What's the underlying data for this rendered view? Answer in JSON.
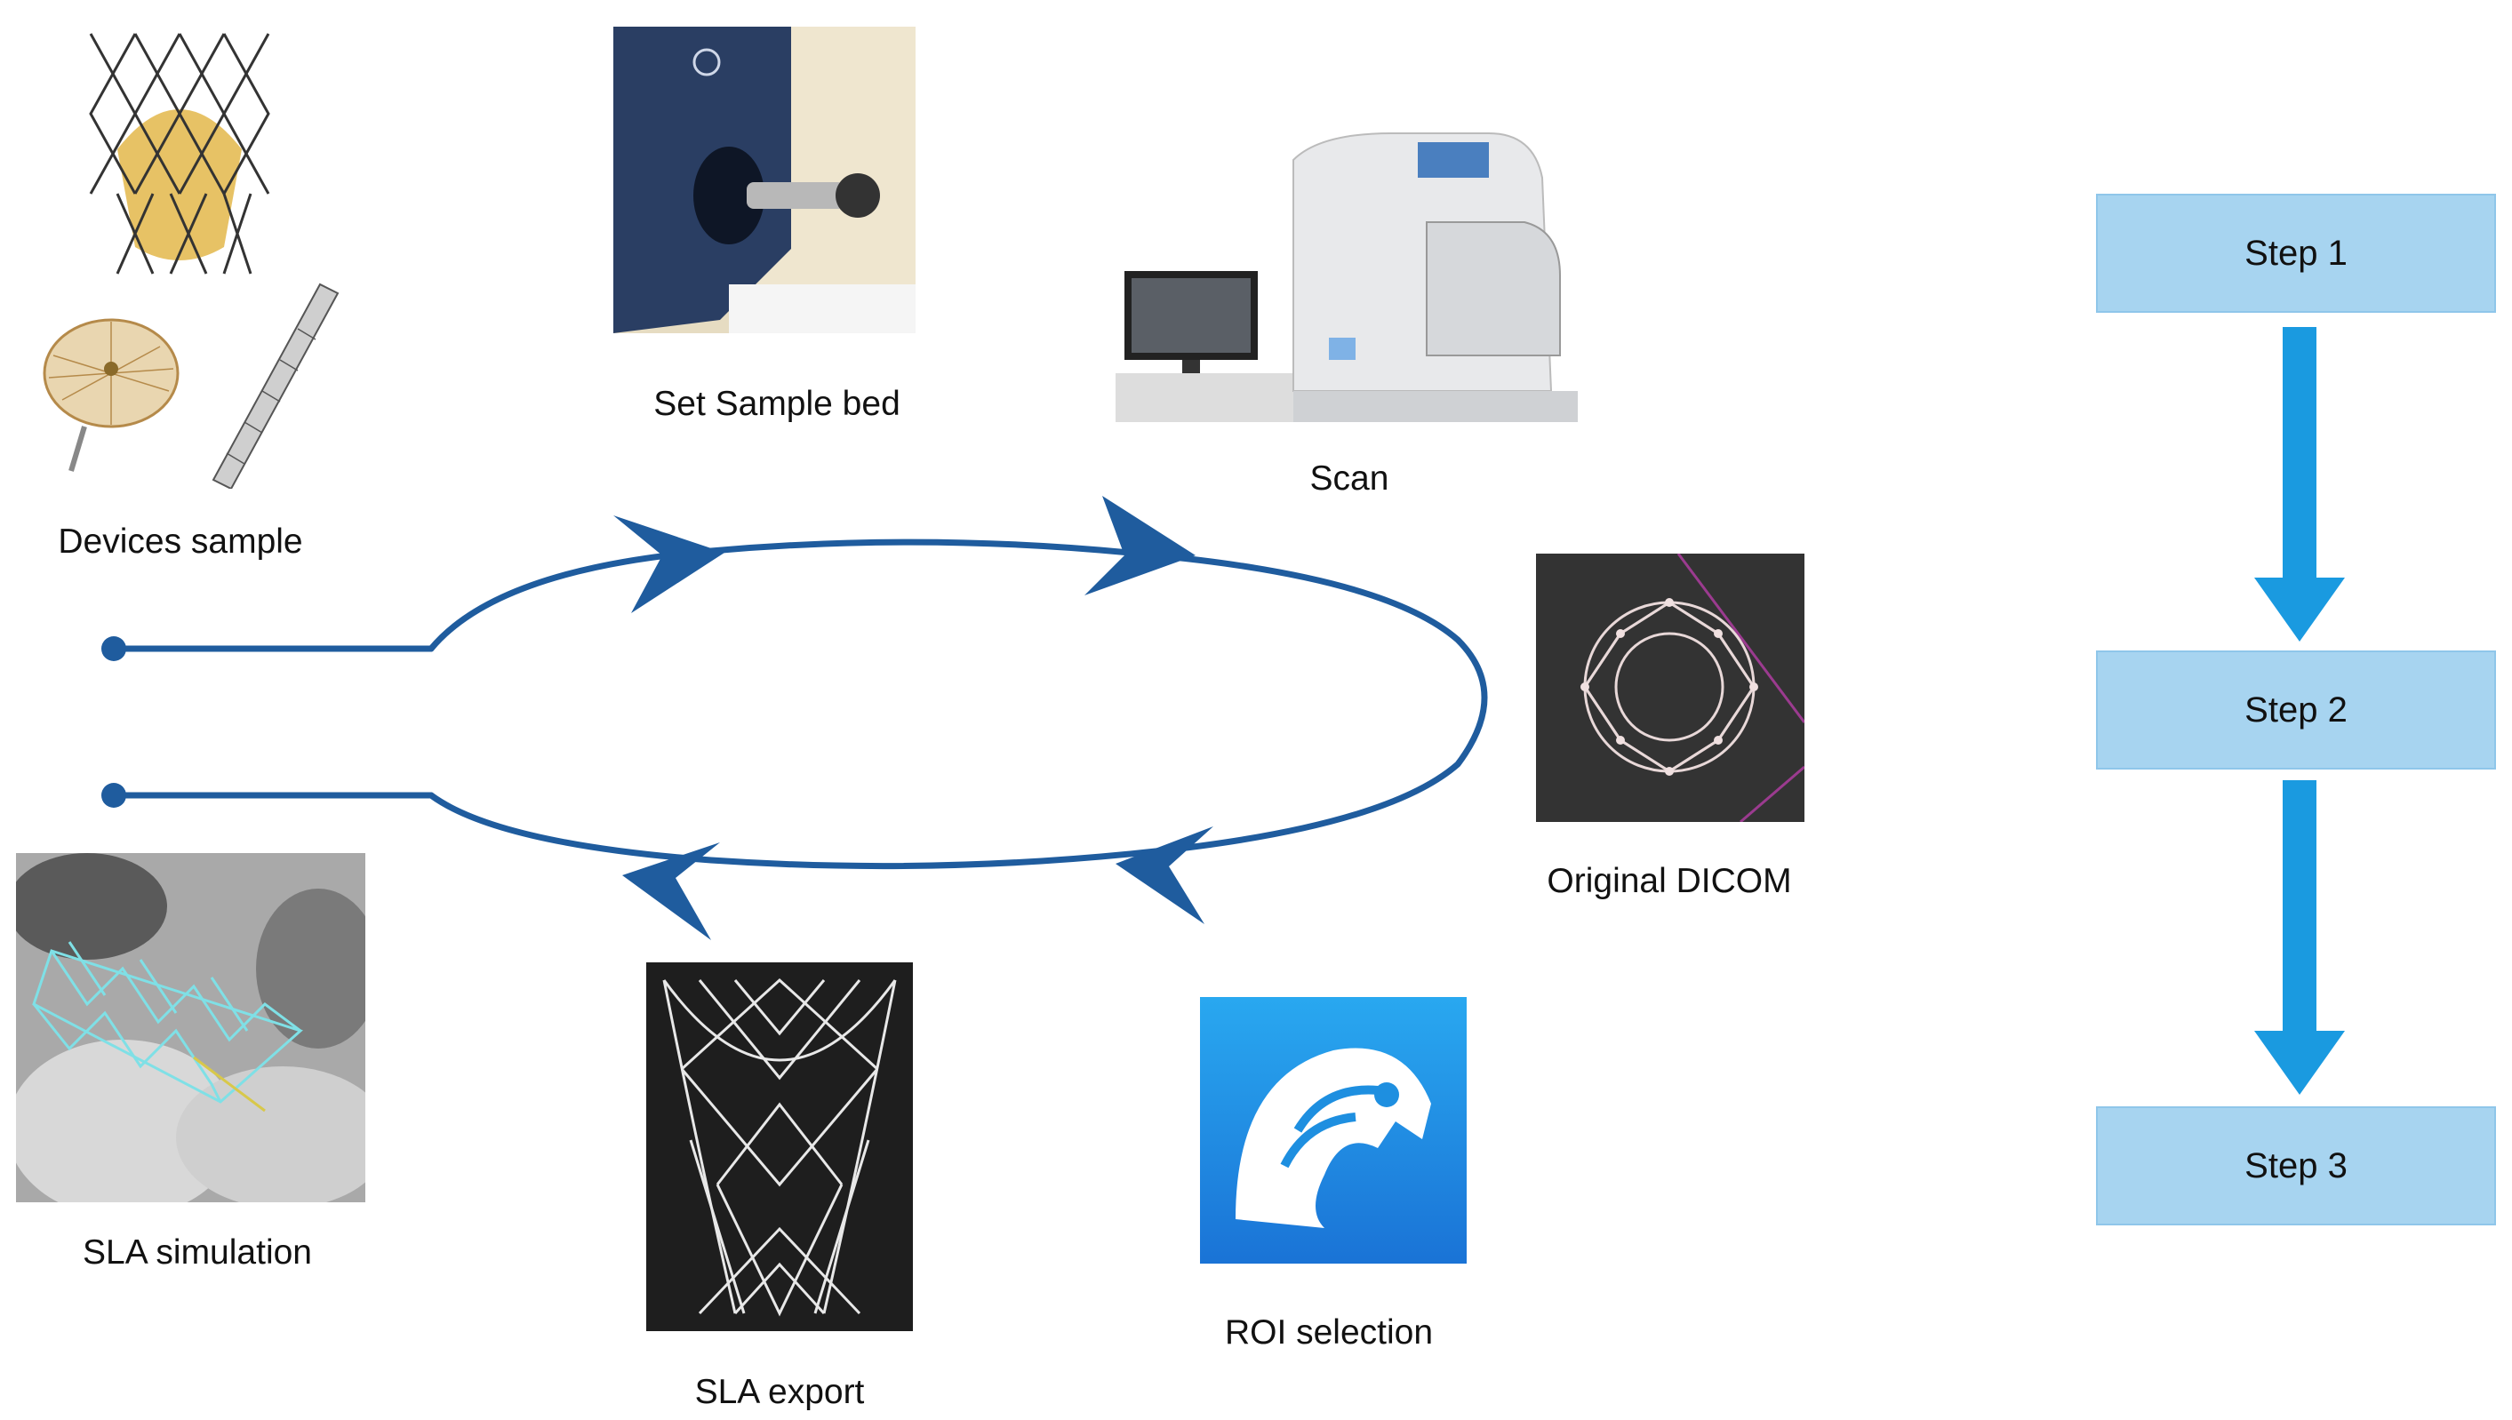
{
  "captions": {
    "devices_sample": "Devices sample",
    "set_sample_bed": "Set Sample bed",
    "scan": "Scan",
    "original_dicom": "Original DICOM",
    "roi_selection": "ROI selection",
    "sla_export": "SLA export",
    "sla_simulation": "SLA simulation"
  },
  "steps": [
    "Step 1",
    "Step 2",
    "Step 3"
  ],
  "colors": {
    "loop": "#1f5c9e",
    "step_box": "#a7d4f0",
    "step_arrow": "#1a9ae0",
    "roi_icon": "#1e8fe0"
  }
}
